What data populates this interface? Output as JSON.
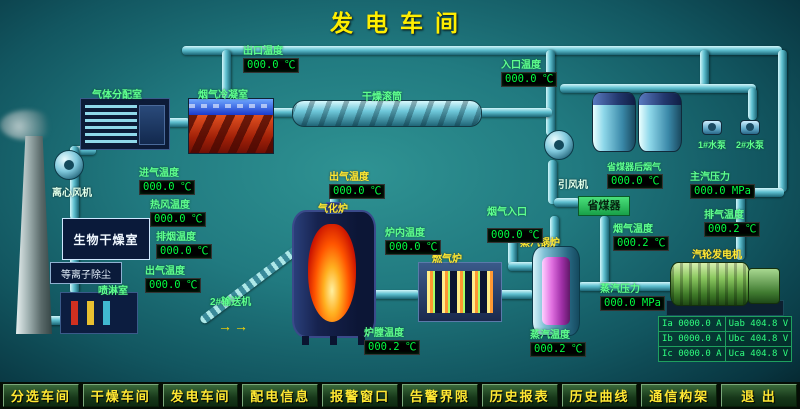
{
  "title": "发电车间",
  "menu": {
    "items": [
      "分选车间",
      "干燥车间",
      "发电车间",
      "配电信息",
      "报警窗口",
      "告警界限",
      "历史报表",
      "历史曲线",
      "通信构架",
      "退 出"
    ]
  },
  "labels": {
    "gas_dist_room": "气体分配室",
    "flue_condenser": "烟气冷凝室",
    "drying_drum": "干燥滚筒",
    "centrifugal_fan": "离心风机",
    "bio_dry_room": "生物干燥室",
    "plasma": "等离子除尘",
    "spray_room": "喷淋室",
    "gasifier": "气化炉",
    "conveyor": "2#输送机",
    "gas_furnace": "燃气炉",
    "steam_boiler": "蒸汽锅炉",
    "economizer": "省煤器",
    "induced_fan": "引风机",
    "pump1": "1#水泵",
    "pump2": "2#水泵",
    "turbine": "汽轮发电机",
    "arrows": "→→"
  },
  "readings": {
    "outlet_temp": {
      "label": "出口温度",
      "value": "000.0 ℃"
    },
    "inlet_temp": {
      "label": "入口温度",
      "value": "000.0 ℃"
    },
    "intake_temp": {
      "label": "进气温度",
      "value": "000.0 ℃"
    },
    "hot_air_temp": {
      "label": "热风温度",
      "value": "000.0 ℃"
    },
    "smoke_temp": {
      "label": "排烟温度",
      "value": "000.0 ℃"
    },
    "outgas_temp": {
      "label": "出气温度",
      "value": "000.0 ℃"
    },
    "gasifier_out_temp": {
      "label": "出气温度",
      "value": "000.0 ℃"
    },
    "furnace_temp": {
      "label": "炉内温度",
      "value": "000.0 ℃"
    },
    "gasifier_bottom_temp": {
      "label": "炉膛温度",
      "value": "000.2 ℃"
    },
    "flue_inlet_temp": {
      "label": "烟气入口",
      "value": "000.0 ℃"
    },
    "econ_flue_temp": {
      "label": "省煤器后烟气",
      "value": "000.0 ℃"
    },
    "flue_temp": {
      "label": "烟气温度",
      "value": "000.2 ℃"
    },
    "exhaust_temp": {
      "label": "排气温度",
      "value": "000.2 ℃"
    },
    "main_steam_pressure": {
      "label": "主汽压力",
      "value": "000.0 MPa"
    },
    "steam_pressure": {
      "label": "蒸汽压力",
      "value": "000.0 MPa"
    },
    "steam_temp": {
      "label": "蒸汽温度",
      "value": "000.2 ℃"
    }
  },
  "generator_table": {
    "rows": [
      [
        "Ia 0000.0 A",
        "Uab 404.8 V"
      ],
      [
        "Ib 0000.0 A",
        "Ubc 404.8 V"
      ],
      [
        "Ic 0000.0 A",
        "Uca 404.8 V"
      ]
    ]
  },
  "colors": {
    "display_text": "#00ff41",
    "label_green": "#5fff8f",
    "label_yellow": "#ffe833",
    "pipe": "#5fc0d0",
    "background": "#1d6f74"
  }
}
